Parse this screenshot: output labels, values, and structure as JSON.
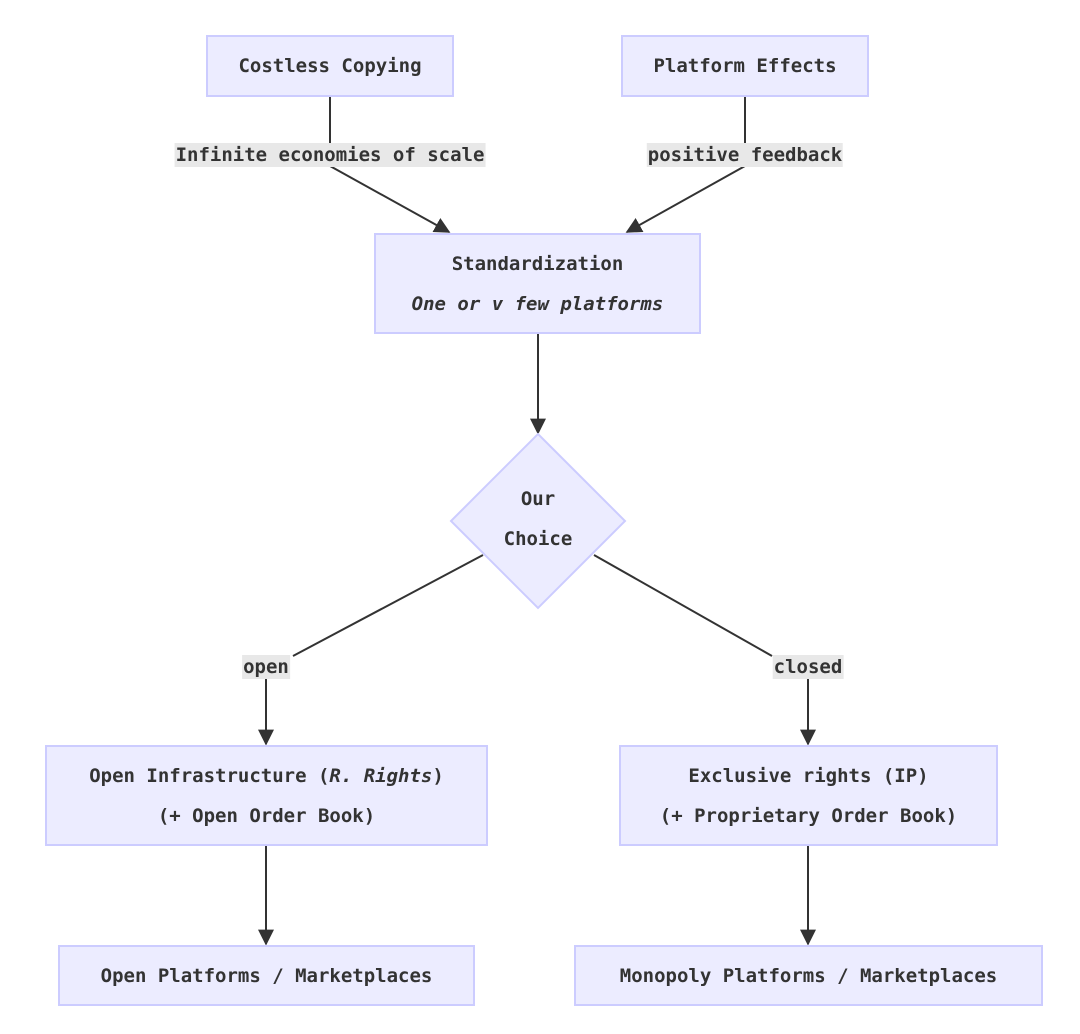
{
  "diagram": {
    "type": "flowchart",
    "direction": "top-down",
    "colors": {
      "node_fill": "#ececff",
      "node_border": "#ccccff",
      "edge": "#333333",
      "edge_label_bg": "#e8e8e8",
      "text": "#333333"
    },
    "nodes": {
      "costless_copying": {
        "label": "Costless Copying"
      },
      "platform_effects": {
        "label": "Platform Effects"
      },
      "standardization": {
        "title": "Standardization",
        "subtitle": "One or v few platforms"
      },
      "our_choice": {
        "line1": "Our",
        "line2": "Choice"
      },
      "open_infra": {
        "prefix": "Open Infrastructure (",
        "italic": "R. Rights",
        "suffix": ")",
        "line2": "(+ Open Order Book)"
      },
      "exclusive_rights": {
        "line1": "Exclusive rights (IP)",
        "line2": "(+ Proprietary Order Book)"
      },
      "open_platforms": {
        "label": "Open Platforms / Marketplaces"
      },
      "monopoly_platforms": {
        "label": "Monopoly Platforms / Marketplaces"
      }
    },
    "edges": [
      {
        "from": "costless_copying",
        "to": "standardization",
        "label": "Infinite economies of scale"
      },
      {
        "from": "platform_effects",
        "to": "standardization",
        "label": "positive feedback"
      },
      {
        "from": "standardization",
        "to": "our_choice",
        "label": ""
      },
      {
        "from": "our_choice",
        "to": "open_infra",
        "label": "open"
      },
      {
        "from": "our_choice",
        "to": "exclusive_rights",
        "label": "closed"
      },
      {
        "from": "open_infra",
        "to": "open_platforms",
        "label": ""
      },
      {
        "from": "exclusive_rights",
        "to": "monopoly_platforms",
        "label": ""
      }
    ]
  }
}
